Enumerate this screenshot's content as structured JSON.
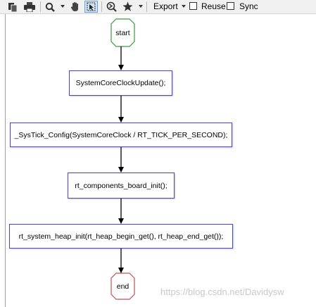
{
  "toolbar": {
    "icons": [
      "copy-icon",
      "print-icon",
      "zoom-icon",
      "pan-hand-icon",
      "select-pointer-icon",
      "zoom-fit-icon",
      "favorite-star-icon"
    ],
    "export_label": "Export",
    "reuse_label": "Reuse",
    "sync_label": "Sync",
    "reuse_checked": false,
    "sync_checked": false
  },
  "flowchart": {
    "start_label": "start",
    "end_label": "end",
    "steps": [
      "SystemCoreClockUpdate();",
      "_SysTick_Config(SystemCoreClock / RT_TICK_PER_SECOND);",
      "rt_components_board_init();",
      "rt_system_heap_init(rt_heap_begin_get(), rt_heap_end_get());"
    ],
    "colors": {
      "start": "#3a9a3a",
      "end": "#c05050",
      "process_border": "#4444cc",
      "arrow": "#000000"
    }
  },
  "watermark": "https://blog.csdn.net/Davidysw"
}
